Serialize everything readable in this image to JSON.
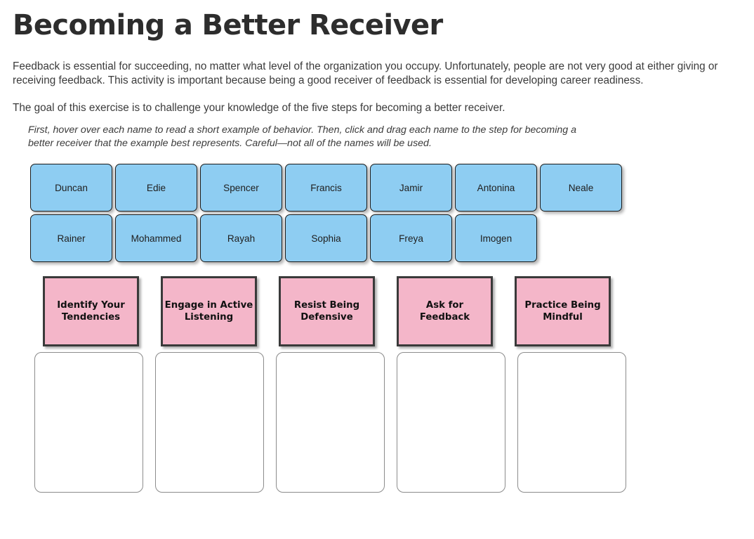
{
  "header": {
    "title": "Becoming a Better Receiver"
  },
  "intro": {
    "paragraph": "Feedback is essential for succeeding, no matter what level of the organization you occupy. Unfortunately, people are not very good at either giving or receiving feedback. This activity is important because being a good receiver of feedback is essential for developing career readiness.",
    "goal": "The goal of this exercise is to challenge your knowledge of the five steps for becoming a better receiver.",
    "instruction": "First, hover over each name to read a short example of behavior. Then, click and drag each name to the step for becoming a better receiver that the example best represents. Careful—not all of the names will be used."
  },
  "name_bank": {
    "rows": [
      [
        {
          "label": "Duncan"
        },
        {
          "label": "Edie"
        },
        {
          "label": "Spencer"
        },
        {
          "label": "Francis"
        },
        {
          "label": "Jamir"
        },
        {
          "label": "Antonina"
        },
        {
          "label": "Neale"
        }
      ],
      [
        {
          "label": "Rainer"
        },
        {
          "label": "Mohammed"
        },
        {
          "label": "Rayah"
        },
        {
          "label": "Sophia"
        },
        {
          "label": "Freya"
        },
        {
          "label": "Imogen"
        }
      ]
    ]
  },
  "steps": [
    {
      "label": "Identify Your\nTendencies"
    },
    {
      "label": "Engage in Active\nListening"
    },
    {
      "label": "Resist Being\nDefensive"
    },
    {
      "label": "Ask for\nFeedback"
    },
    {
      "label": "Practice Being\nMindful"
    }
  ],
  "dropzones": [
    {
      "contents": ""
    },
    {
      "contents": ""
    },
    {
      "contents": ""
    },
    {
      "contents": ""
    },
    {
      "contents": ""
    }
  ],
  "colors": {
    "name_tile_fill": "#8ecdf2",
    "name_tile_border": "#1b1b1b",
    "step_box_fill": "#f4b6c9",
    "step_box_border": "#3a3a3a",
    "dropzone_border": "#8c8c8c",
    "page_background": "#ffffff",
    "title_text": "#2d2d2d",
    "body_text": "#3b3b3b"
  }
}
